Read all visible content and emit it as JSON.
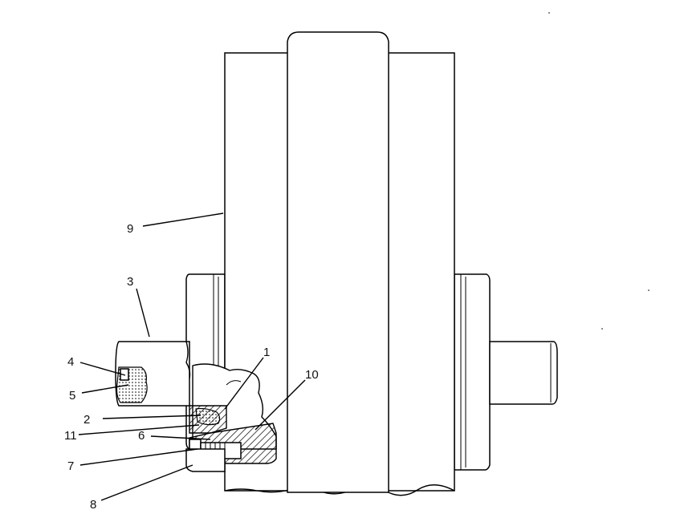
{
  "callouts": [
    {
      "id": "c1",
      "label": "1"
    },
    {
      "id": "c2",
      "label": "2"
    },
    {
      "id": "c3",
      "label": "3"
    },
    {
      "id": "c4",
      "label": "4"
    },
    {
      "id": "c5",
      "label": "5"
    },
    {
      "id": "c6",
      "label": "6"
    },
    {
      "id": "c7",
      "label": "7"
    },
    {
      "id": "c8",
      "label": "8"
    },
    {
      "id": "c9",
      "label": "9"
    },
    {
      "id": "c10",
      "label": "10"
    },
    {
      "id": "c11",
      "label": "11"
    }
  ],
  "colors": {
    "line": "#000000",
    "background": "#ffffff",
    "hatch": "#000000"
  }
}
